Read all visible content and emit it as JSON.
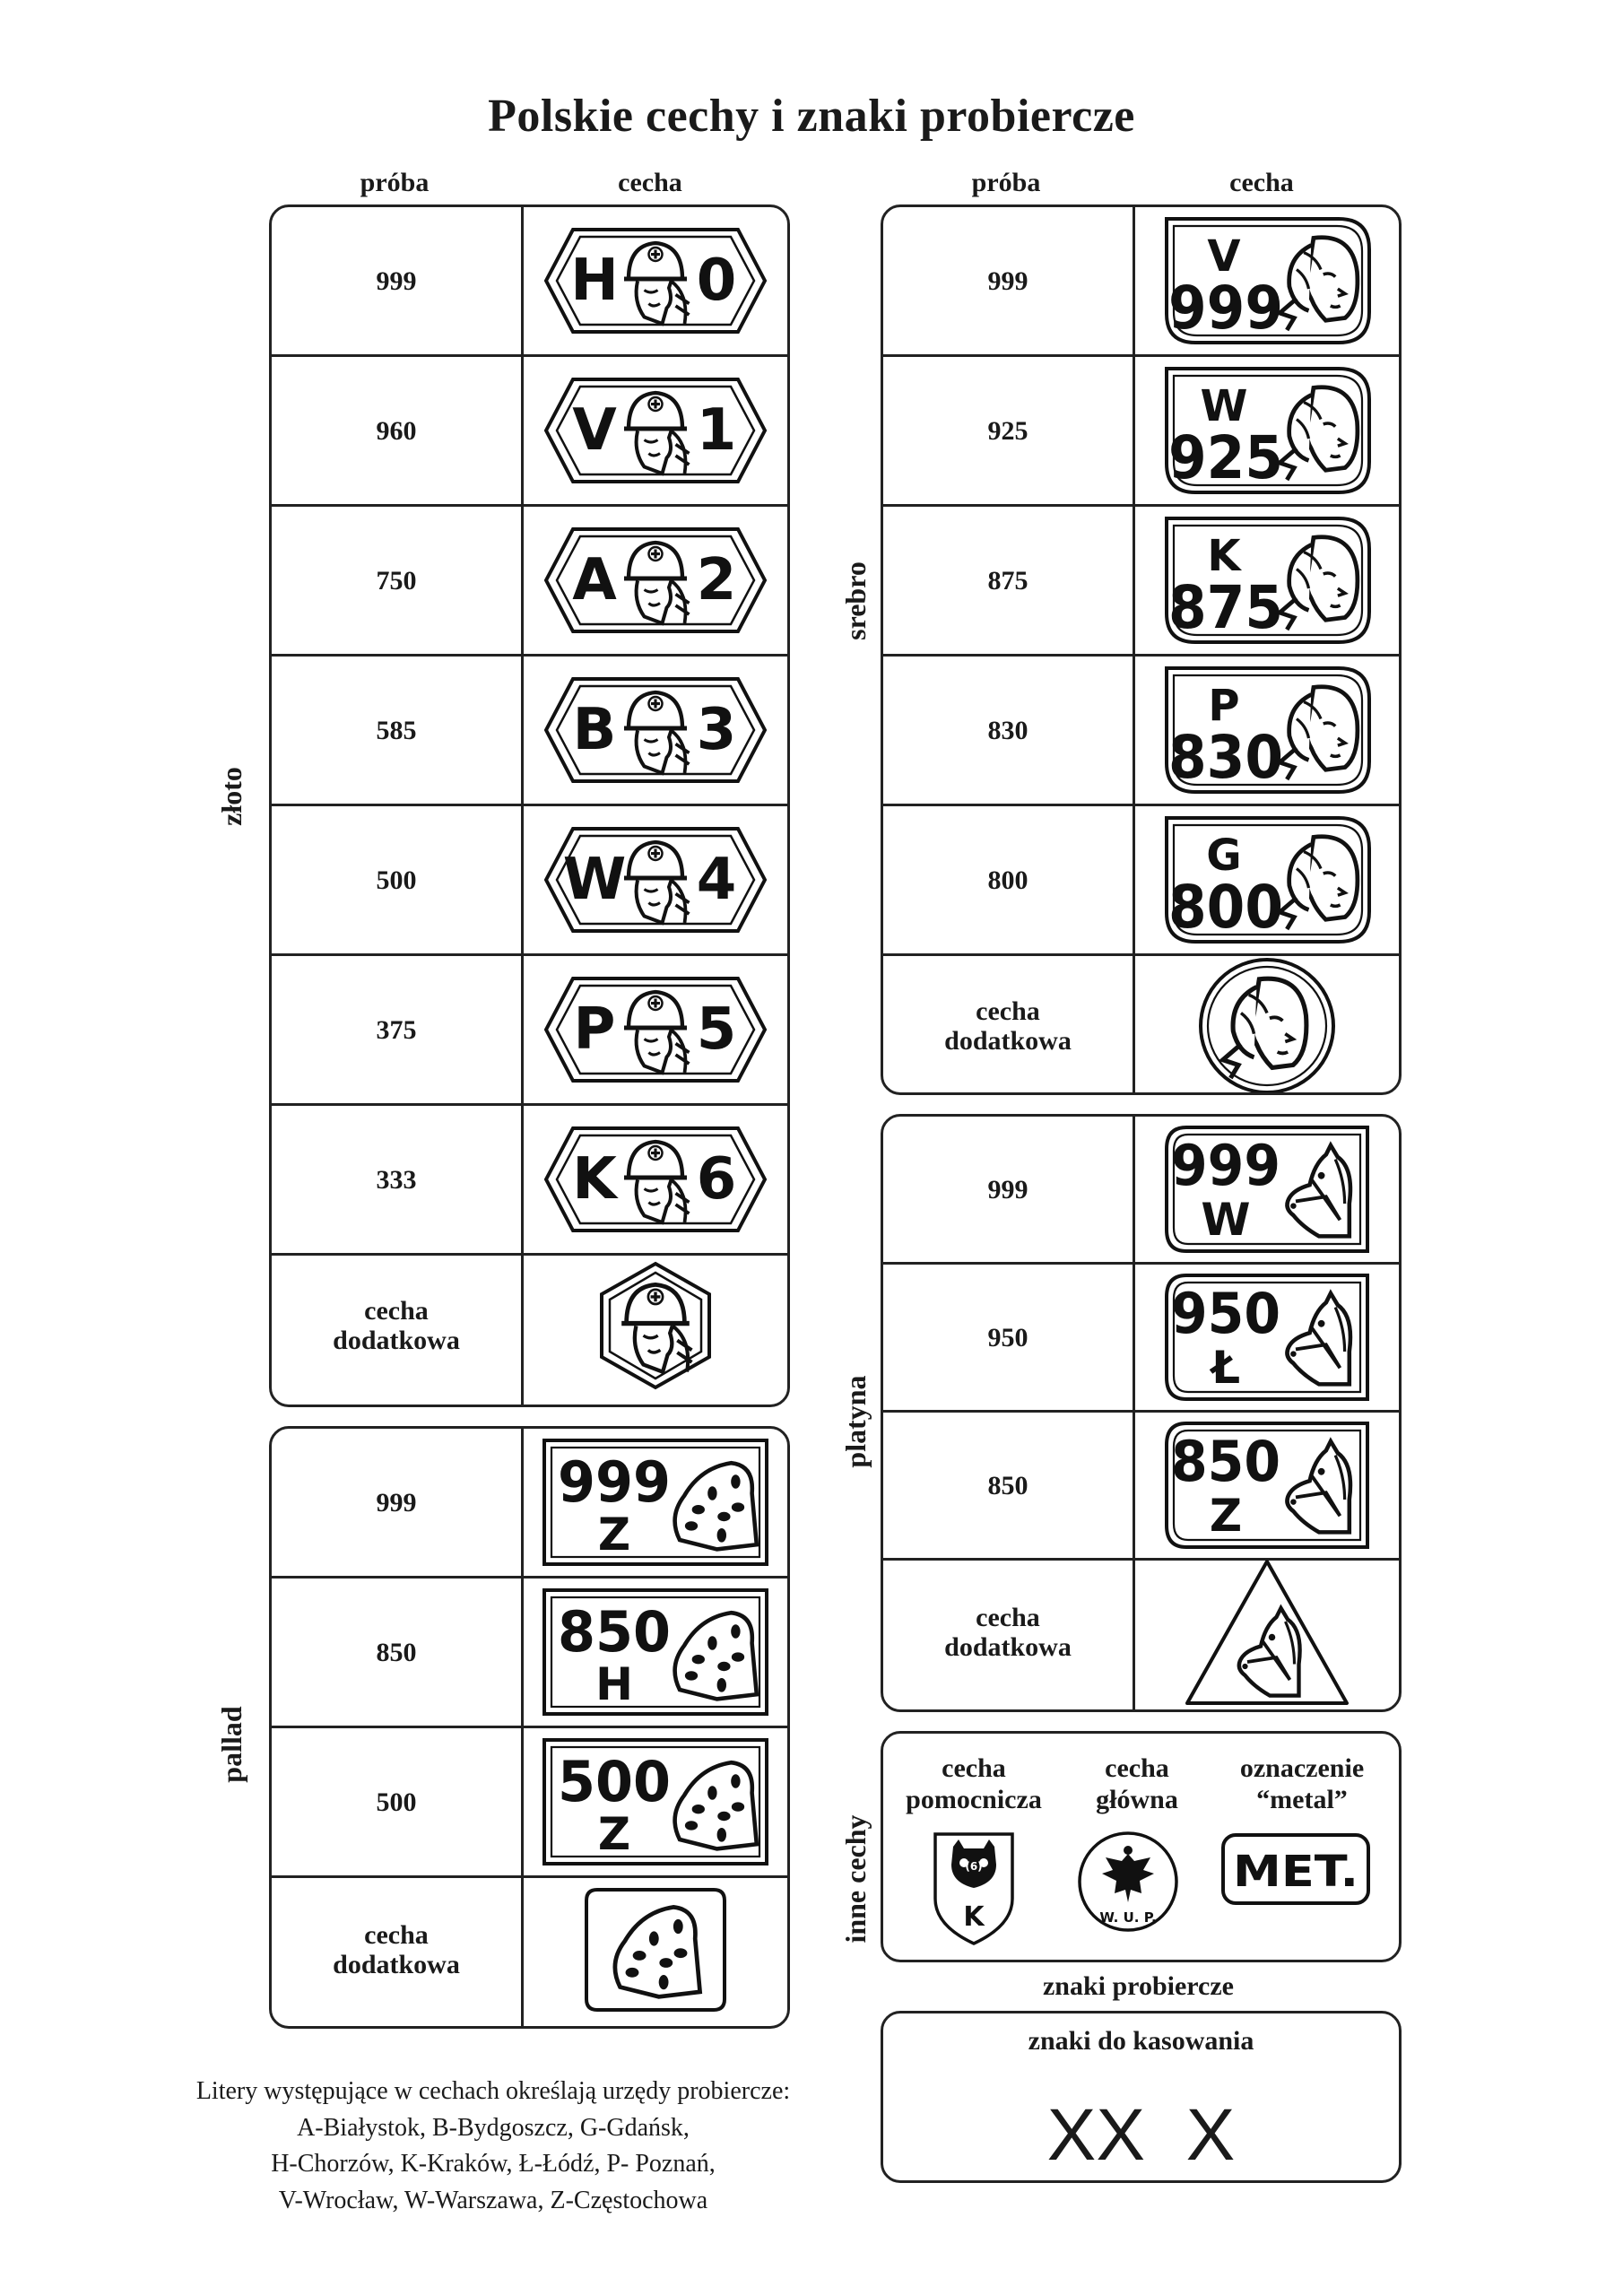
{
  "title": "Polskie cechy i znaki probiercze",
  "headers": {
    "proba": "próba",
    "cecha": "cecha"
  },
  "groups": {
    "zloto": {
      "label": "złoto",
      "rows": [
        {
          "proba": "999",
          "letter": "H",
          "num": "0"
        },
        {
          "proba": "960",
          "letter": "V",
          "num": "1"
        },
        {
          "proba": "750",
          "letter": "A",
          "num": "2"
        },
        {
          "proba": "585",
          "letter": "B",
          "num": "3"
        },
        {
          "proba": "500",
          "letter": "W",
          "num": "4"
        },
        {
          "proba": "375",
          "letter": "P",
          "num": "5"
        },
        {
          "proba": "333",
          "letter": "K",
          "num": "6"
        }
      ],
      "extra": "cecha dodatkowa"
    },
    "pallad": {
      "label": "pallad",
      "rows": [
        {
          "proba": "999",
          "num": "999",
          "letter": "Z"
        },
        {
          "proba": "850",
          "num": "850",
          "letter": "H"
        },
        {
          "proba": "500",
          "num": "500",
          "letter": "Z"
        }
      ],
      "extra": "cecha dodatkowa"
    },
    "srebro": {
      "label": "srebro",
      "rows": [
        {
          "proba": "999",
          "letter": "V",
          "num": "999"
        },
        {
          "proba": "925",
          "letter": "W",
          "num": "925"
        },
        {
          "proba": "875",
          "letter": "K",
          "num": "875"
        },
        {
          "proba": "830",
          "letter": "P",
          "num": "830"
        },
        {
          "proba": "800",
          "letter": "G",
          "num": "800"
        }
      ],
      "extra": "cecha dodatkowa"
    },
    "platyna": {
      "label": "platyna",
      "rows": [
        {
          "proba": "999",
          "num": "999",
          "letter": "W"
        },
        {
          "proba": "950",
          "num": "950",
          "letter": "Ł"
        },
        {
          "proba": "850",
          "num": "850",
          "letter": "Z"
        }
      ],
      "extra": "cecha dodatkowa"
    }
  },
  "inne": {
    "label": "inne cechy",
    "items": [
      {
        "label": "cecha pomocnicza",
        "mark_letter": "K",
        "mark_inner": "(6)"
      },
      {
        "label": "cecha główna",
        "mark_text": "W. U. P."
      },
      {
        "label": "oznaczenie “metal”",
        "mark_text": "MET."
      }
    ]
  },
  "znaki": {
    "heading": "znaki probiercze",
    "label": "znaki do kasowania",
    "marks": "XX  X"
  },
  "footnote": [
    "Litery występujące w cechach określają urzędy probiercze:",
    "A-Białystok, B-Bydgoszcz, G-Gdańsk,",
    "H-Chorzów, K-Kraków, Ł-Łódź, P- Poznań,",
    "V-Wrocław, W-Warszawa, Z-Częstochowa"
  ]
}
